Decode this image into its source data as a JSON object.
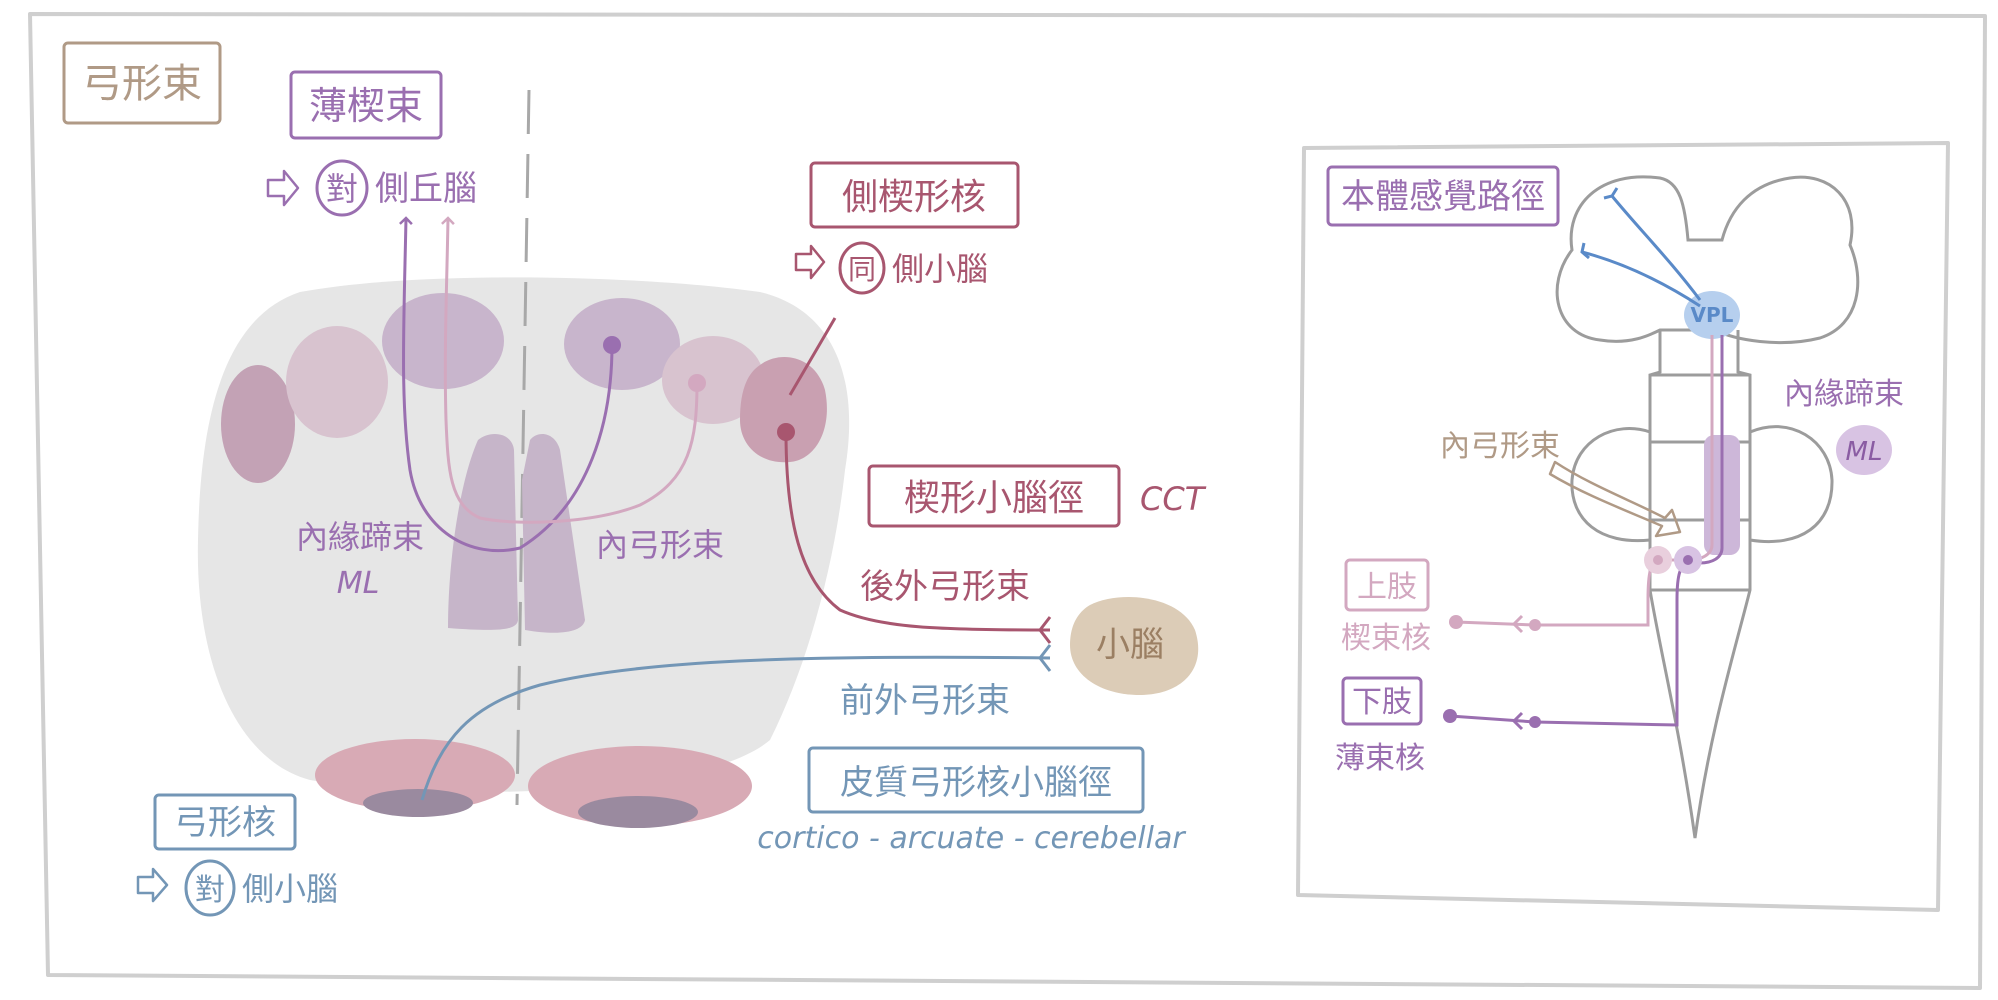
{
  "colors": {
    "purple": "#9a6fb0",
    "purple_dark": "#8a5ca3",
    "pink": "#d3a8c0",
    "magenta": "#a8566f",
    "blue": "#7396b6",
    "blue_vpl": "#5a8ac8",
    "tan": "#b09a86",
    "tan_fill": "#dcccb7",
    "gray_outline": "#9c9c9c",
    "brainstem_fill": "#e6e6e6"
  },
  "main": {
    "title": "弓形束",
    "gracile_cuneate": {
      "label": "薄楔束",
      "arrow_icon": "hollow-arrow-icon",
      "circled": "對",
      "target": "側丘腦"
    },
    "lateral_cuneate": {
      "label": "側楔形核",
      "arrow_icon": "hollow-arrow-icon",
      "circled": "同",
      "target": "側小腦"
    },
    "cct": {
      "label": "楔形小腦徑",
      "abbr": "CCT"
    },
    "medial_lemniscus": {
      "label": "內緣蹄束",
      "abbr": "ML"
    },
    "internal_arcuate": "內弓形束",
    "dorsal_external_arcuate": "後外弓形束",
    "ventral_external_arcuate": "前外弓形束",
    "cerebellum": "小腦",
    "cortico_arcuate": {
      "label": "皮質弓形核小腦徑",
      "english": "cortico - arcuate - cerebellar"
    },
    "arcuate_nucleus": {
      "label": "弓形核",
      "arrow_icon": "hollow-arrow-icon",
      "circled": "對",
      "target": "側小腦"
    }
  },
  "inset": {
    "title": "本體感覺路徑",
    "vpl": "VPL",
    "medial_lemniscus": {
      "label": "內緣蹄束",
      "abbr": "ML"
    },
    "internal_arcuate": "內弓形束",
    "upper_limb": {
      "label": "上肢",
      "nucleus": "楔束核"
    },
    "lower_limb": {
      "label": "下肢",
      "nucleus": "薄束核"
    }
  }
}
